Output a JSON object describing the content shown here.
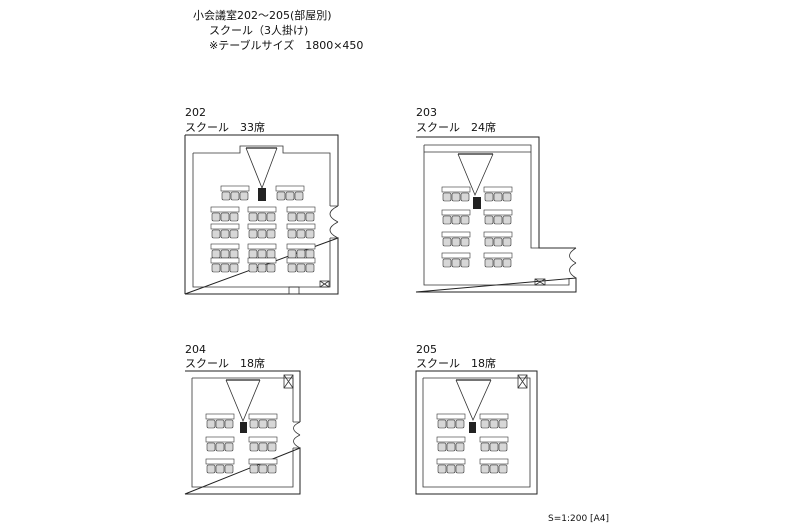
{
  "header": {
    "line1": "小会議室202～205(部屋別)",
    "line2": "スクール（3人掛け)",
    "line3": "※テーブルサイズ　1800×450"
  },
  "rooms": [
    {
      "number": "202",
      "layout": "スクール　33席",
      "seats": 33
    },
    {
      "number": "203",
      "layout": "スクール　24席",
      "seats": 24
    },
    {
      "number": "204",
      "layout": "スクール　18席",
      "seats": 18
    },
    {
      "number": "205",
      "layout": "スクール　18席",
      "seats": 18
    }
  ],
  "footer": {
    "scale": "S=1:200 [A4]"
  }
}
